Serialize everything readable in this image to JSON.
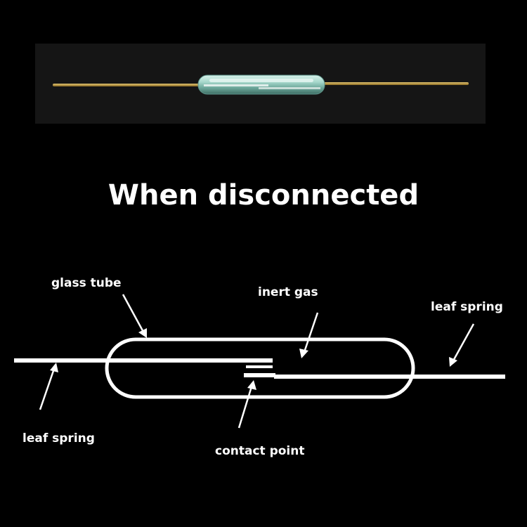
{
  "title": "When disconnected",
  "labels": {
    "glass_tube": "glass tube",
    "inert_gas": "inert gas",
    "leaf_spring_right": "leaf spring",
    "leaf_spring_left": "leaf spring",
    "contact_point": "contact point"
  },
  "colors": {
    "background": "#000000",
    "line": "#ffffff",
    "photo_background": "#151515",
    "wire": "#b8953c",
    "glass": "#9fd3c7"
  }
}
